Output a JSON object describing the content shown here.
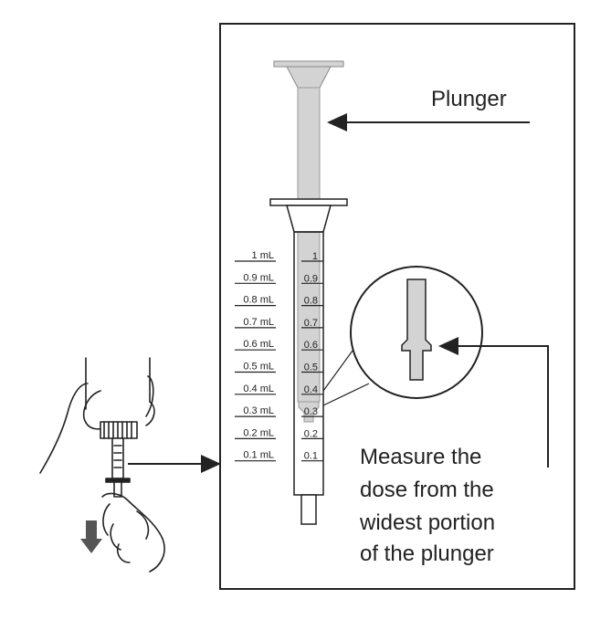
{
  "callouts": {
    "plunger": "Plunger",
    "instruction": [
      "Measure the",
      "dose from the",
      "widest portion",
      "of the plunger"
    ]
  },
  "scale": {
    "left_labels": [
      "1 mL",
      "0.9 mL",
      "0.8 mL",
      "0.7 mL",
      "0.6 mL",
      "0.5 mL",
      "0.4 mL",
      "0.3 mL",
      "0.2 mL",
      "0.1 mL"
    ],
    "barrel_labels": [
      "1",
      "0.9",
      "0.8",
      "0.7",
      "0.6",
      "0.5",
      "0.4",
      "0.3",
      "0.2",
      "0.1"
    ]
  },
  "colors": {
    "line": "#222222",
    "plunger_fill": "#d3d3d3",
    "arrow_down": "#555555"
  },
  "icons": {
    "hands": "hands-holding-bottle-and-syringe",
    "down_arrow": "down-arrow-icon"
  }
}
